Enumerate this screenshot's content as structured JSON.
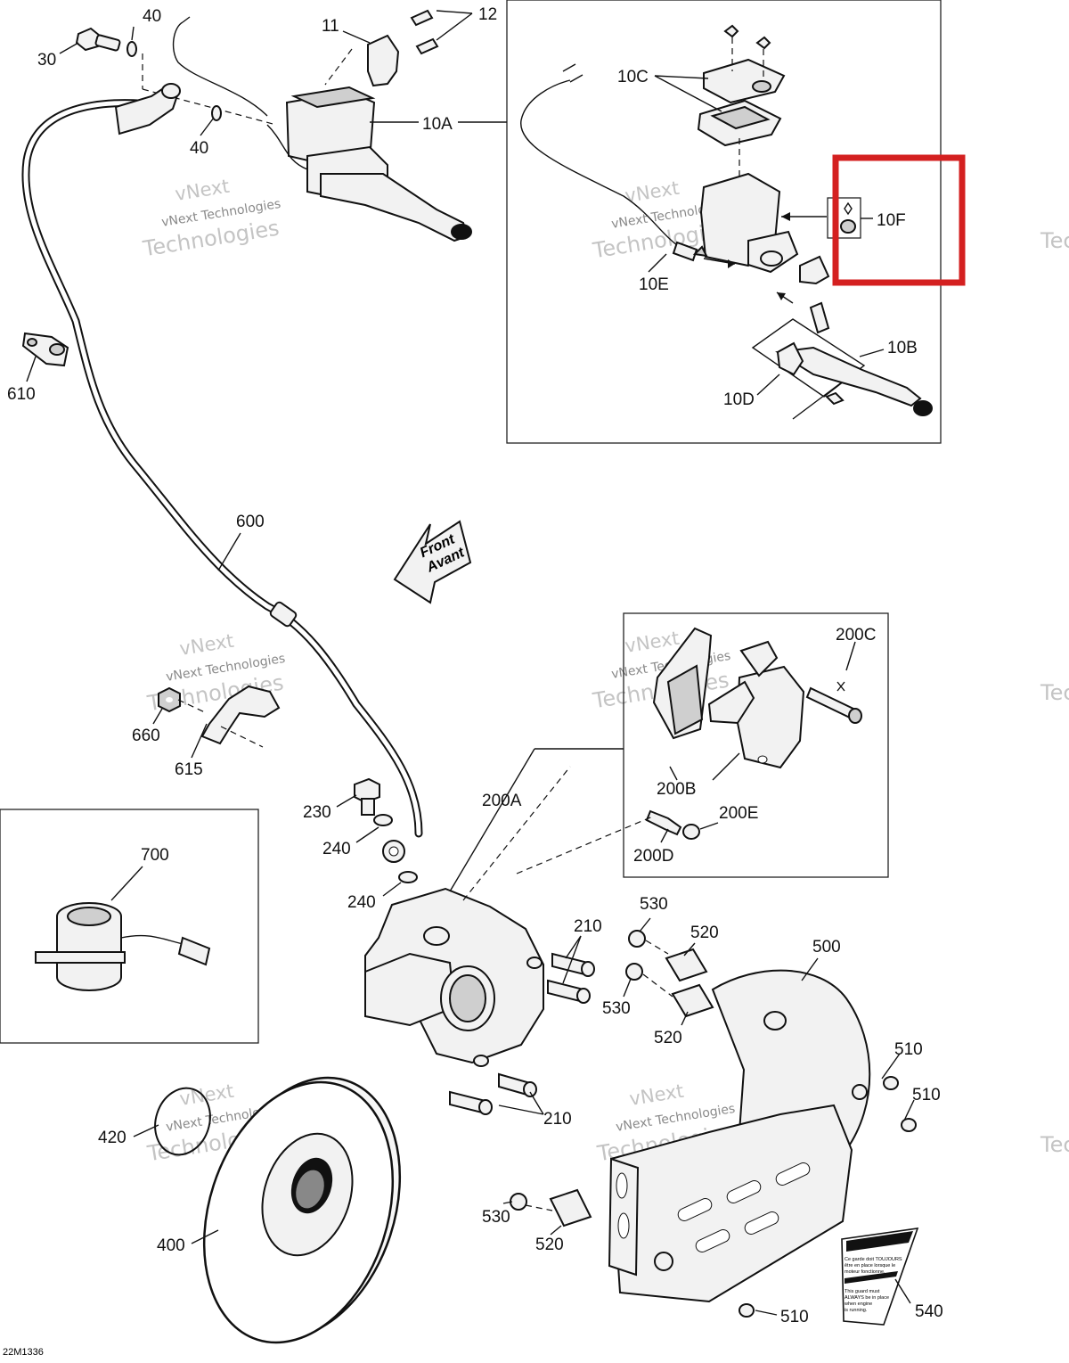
{
  "diagram": {
    "drawing_number": "22M1336",
    "front_arrow": {
      "line1": "Front",
      "line2": "Avant"
    },
    "watermark": {
      "line1": "vNext",
      "line2": "vNext Technologies",
      "line3": "Technologies"
    },
    "decal_text": {
      "fr_line1": "Ce garde doit TOUJOURS",
      "fr_line2": "être en place lorsque le",
      "fr_line3": "moteur fonctionne.",
      "en_line1": "This guard must",
      "en_line2": "ALWAYS be in place",
      "en_line3": "when engine",
      "en_line4": "is running."
    },
    "callouts": [
      {
        "id": "l40a",
        "text": "40"
      },
      {
        "id": "l30",
        "text": "30"
      },
      {
        "id": "l11",
        "text": "11"
      },
      {
        "id": "l12",
        "text": "12"
      },
      {
        "id": "l10A",
        "text": "10A"
      },
      {
        "id": "l40b",
        "text": "40"
      },
      {
        "id": "l10C",
        "text": "10C"
      },
      {
        "id": "l10F",
        "text": "10F"
      },
      {
        "id": "l10E",
        "text": "10E"
      },
      {
        "id": "l10B",
        "text": "10B"
      },
      {
        "id": "l10D",
        "text": "10D"
      },
      {
        "id": "l610",
        "text": "610"
      },
      {
        "id": "l600",
        "text": "600"
      },
      {
        "id": "l200C",
        "text": "200C"
      },
      {
        "id": "l660",
        "text": "660"
      },
      {
        "id": "l615",
        "text": "615"
      },
      {
        "id": "l200B",
        "text": "200B"
      },
      {
        "id": "l230",
        "text": "230"
      },
      {
        "id": "l200A",
        "text": "200A"
      },
      {
        "id": "l200E",
        "text": "200E"
      },
      {
        "id": "l240a",
        "text": "240"
      },
      {
        "id": "l200D",
        "text": "200D"
      },
      {
        "id": "l700",
        "text": "700"
      },
      {
        "id": "l240b",
        "text": "240"
      },
      {
        "id": "l530a",
        "text": "530"
      },
      {
        "id": "l210a",
        "text": "210"
      },
      {
        "id": "l520a",
        "text": "520"
      },
      {
        "id": "l500",
        "text": "500"
      },
      {
        "id": "l530b",
        "text": "530"
      },
      {
        "id": "l520b",
        "text": "520"
      },
      {
        "id": "l510a",
        "text": "510"
      },
      {
        "id": "l510b",
        "text": "510"
      },
      {
        "id": "l210b",
        "text": "210"
      },
      {
        "id": "l420",
        "text": "420"
      },
      {
        "id": "l530c",
        "text": "530"
      },
      {
        "id": "l520c",
        "text": "520"
      },
      {
        "id": "l400",
        "text": "400"
      },
      {
        "id": "l510c",
        "text": "510"
      },
      {
        "id": "l540",
        "text": "540"
      }
    ],
    "highlight_color": "#d42020"
  }
}
